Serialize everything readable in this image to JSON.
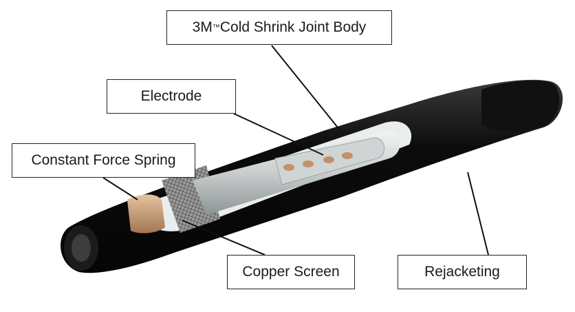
{
  "labels": {
    "joint_body": "3M",
    "joint_body_tm": "™",
    "joint_body_rest": " Cold Shrink Joint Body",
    "electrode": "Electrode",
    "spring": "Constant Force Spring",
    "copper": "Copper Screen",
    "rejacketing": "Rejacketing"
  },
  "colors": {
    "jacket": "#141414",
    "copper": "#c99b6e",
    "insulation": "#d6d9d9"
  }
}
